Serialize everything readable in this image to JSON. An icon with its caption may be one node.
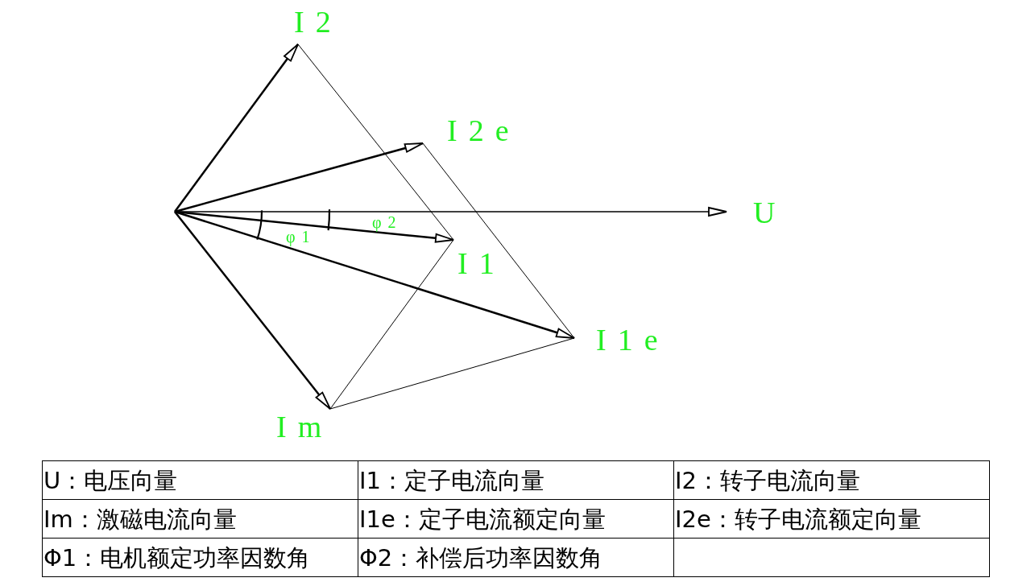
{
  "diagram": {
    "nodes": [
      {
        "text": [
          "I2"
        ]
      },
      {
        "text": [
          "I2e"
        ]
      },
      {
        "text": [
          "U"
        ]
      },
      {
        "text": [
          "I1"
        ]
      },
      {
        "text": [
          "I1e"
        ]
      },
      {
        "text": [
          "Im"
        ]
      }
    ],
    "edges": [
      {
        "from": null,
        "to": 0,
        "arrow": "to"
      },
      {
        "from": null,
        "to": 1,
        "arrow": "to"
      },
      {
        "from": null,
        "to": 2,
        "arrow": "to"
      },
      {
        "from": null,
        "to": 3,
        "arrow": "to"
      },
      {
        "from": null,
        "to": 4,
        "arrow": "to"
      },
      {
        "from": null,
        "to": 5,
        "arrow": "to"
      },
      {
        "from": 0,
        "to": 3,
        "arrow": "none"
      },
      {
        "from": 1,
        "to": 4,
        "arrow": "none"
      },
      {
        "from": 3,
        "to": 5,
        "arrow": "none"
      },
      {
        "from": 5,
        "to": 4,
        "arrow": "none"
      }
    ],
    "labels": [
      "φ2",
      "φ1",
      "U：电压向量",
      "I1：定子电流向量",
      "I2：转子电流向量",
      "Im：激磁电流向量",
      "I1e：定子电流额定向量",
      "I2e：转子电流额定向量",
      "Φ1：电机额定功率因数角",
      "Φ2：补偿后功率因数角"
    ]
  }
}
